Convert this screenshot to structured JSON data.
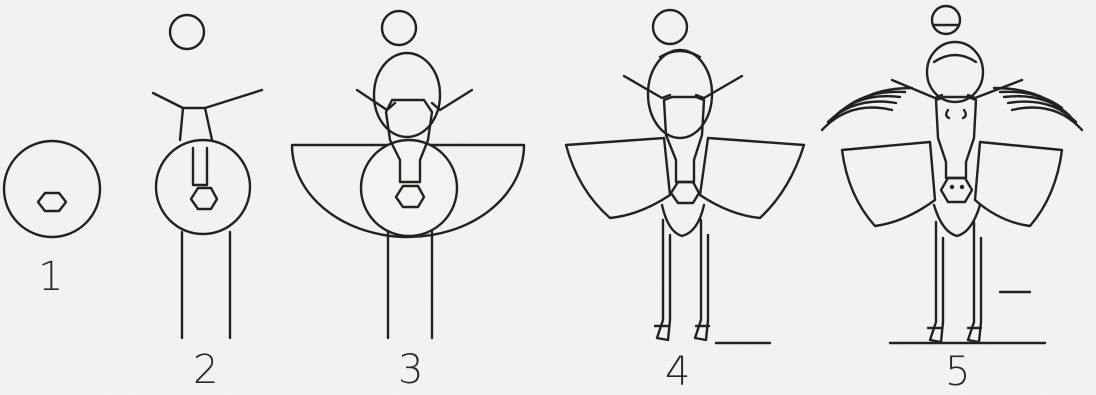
{
  "steps": [
    {
      "label": "1"
    },
    {
      "label": "2"
    },
    {
      "label": "3"
    },
    {
      "label": "4"
    },
    {
      "label": "5"
    }
  ],
  "colors": {
    "paper": "#f3f3f2",
    "ink": "#222222"
  }
}
